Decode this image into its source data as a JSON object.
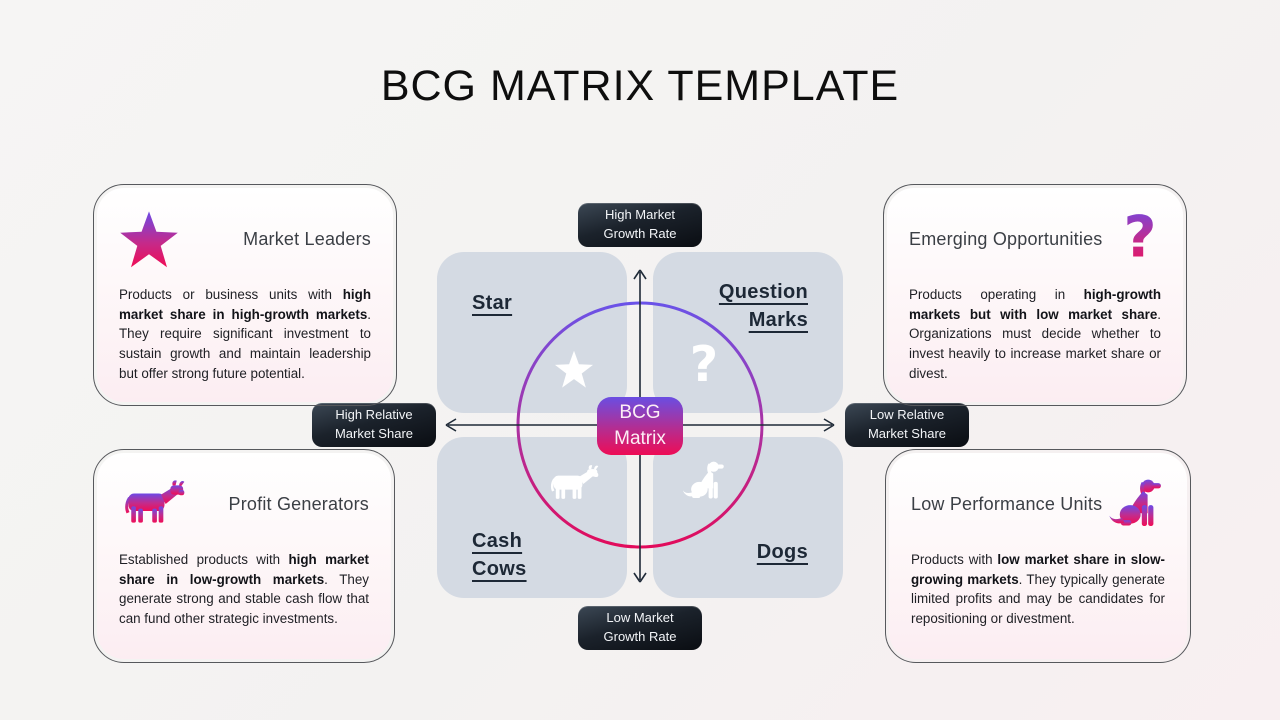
{
  "slide": {
    "title": "BCG MATRIX TEMPLATE"
  },
  "matrix": {
    "center": {
      "line1": "BCG",
      "line2": "Matrix"
    },
    "axes": {
      "top": "High Market Growth Rate",
      "bottom": "Low Market Growth Rate",
      "left": "High Relative Market Share",
      "right": "Low Relative Market Share"
    },
    "quadrants": [
      {
        "label": "Star",
        "icon": "star-icon",
        "position": "top-left"
      },
      {
        "label": "Question Marks",
        "icon": "question-mark-icon",
        "position": "top-right"
      },
      {
        "label": "Cash Cows",
        "icon": "cow-icon",
        "position": "bottom-left"
      },
      {
        "label": "Dogs",
        "icon": "dog-icon",
        "position": "bottom-right"
      }
    ]
  },
  "cards": [
    {
      "title": "Market Leaders",
      "icon": "star-icon",
      "body_pre": "Products or business units with ",
      "body_bold": "high market share in high-growth markets",
      "body_post": ". They require significant investment to sustain growth and maintain leadership but offer strong future potential."
    },
    {
      "title": "Emerging Opportunities",
      "icon": "question-mark-icon",
      "body_pre": "Products operating in ",
      "body_bold": "high-growth markets but with low market share",
      "body_post": ". Organizations must decide whether to invest heavily to increase market share or divest."
    },
    {
      "title": "Profit Generators",
      "icon": "cow-icon",
      "body_pre": "Established products with ",
      "body_bold": "high market share in low-growth markets",
      "body_post": ". They generate strong and stable cash flow that can fund other strategic investments."
    },
    {
      "title": "Low Performance Units",
      "icon": "dog-icon",
      "body_pre": "Products with ",
      "body_bold": "low market share in slow-growing markets",
      "body_post": ". They typically generate limited profits and may be candidates for repositioning or divestment."
    }
  ],
  "glyphs": {
    "question_mark": "?"
  },
  "colors": {
    "accent_purple": "#6a4ee2",
    "accent_pink": "#ee0c55",
    "quadrant_fill": "#d4dae3",
    "pill_dark": "#11151c",
    "axis_navy": "#1f2a38"
  }
}
